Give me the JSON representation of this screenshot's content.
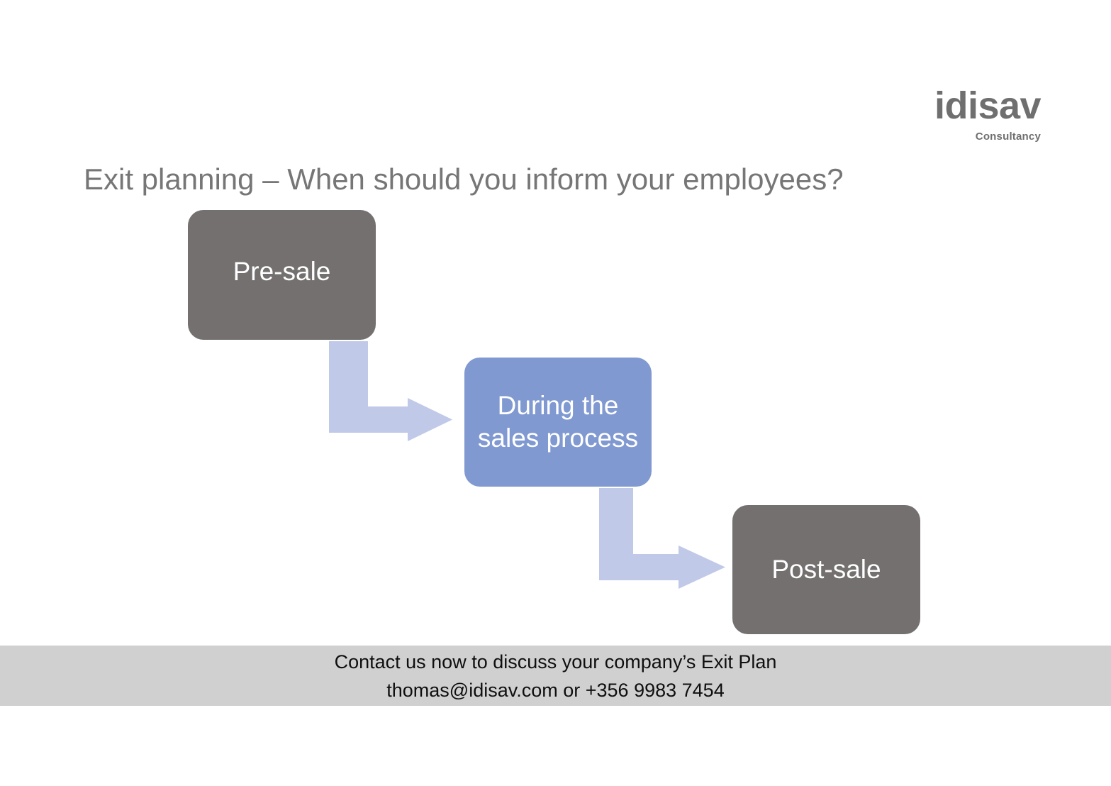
{
  "slide": {
    "title": "Exit planning – When should you inform your employees?",
    "background_color": "#ffffff"
  },
  "logo": {
    "name_prefix": "id",
    "name_suffix": "isav",
    "full_name": "idisav",
    "tagline": "Consultancy",
    "color": "#7b7b7b"
  },
  "diagram": {
    "type": "process-flow",
    "nodes": [
      {
        "id": "pre-sale",
        "label": "Pre-sale",
        "color": "#747070",
        "order": 1
      },
      {
        "id": "during-sales-process",
        "label": "During the sales process",
        "color": "#8099d1",
        "order": 2
      },
      {
        "id": "post-sale",
        "label": "Post-sale",
        "color": "#747070",
        "order": 3
      }
    ],
    "connectors": [
      {
        "id": "pre-to-during",
        "from": "pre-sale",
        "to": "during-sales-process",
        "shape": "elbow-down-right",
        "color": "#c0c9e8"
      },
      {
        "id": "during-to-post",
        "from": "during-sales-process",
        "to": "post-sale",
        "shape": "elbow-down-right",
        "color": "#c0c9e8"
      }
    ]
  },
  "footer": {
    "background_color": "#d0d0d0",
    "line1": "Contact us now to discuss your company’s Exit Plan",
    "line2": "thomas@idisav.com or +356 9983 7454"
  }
}
